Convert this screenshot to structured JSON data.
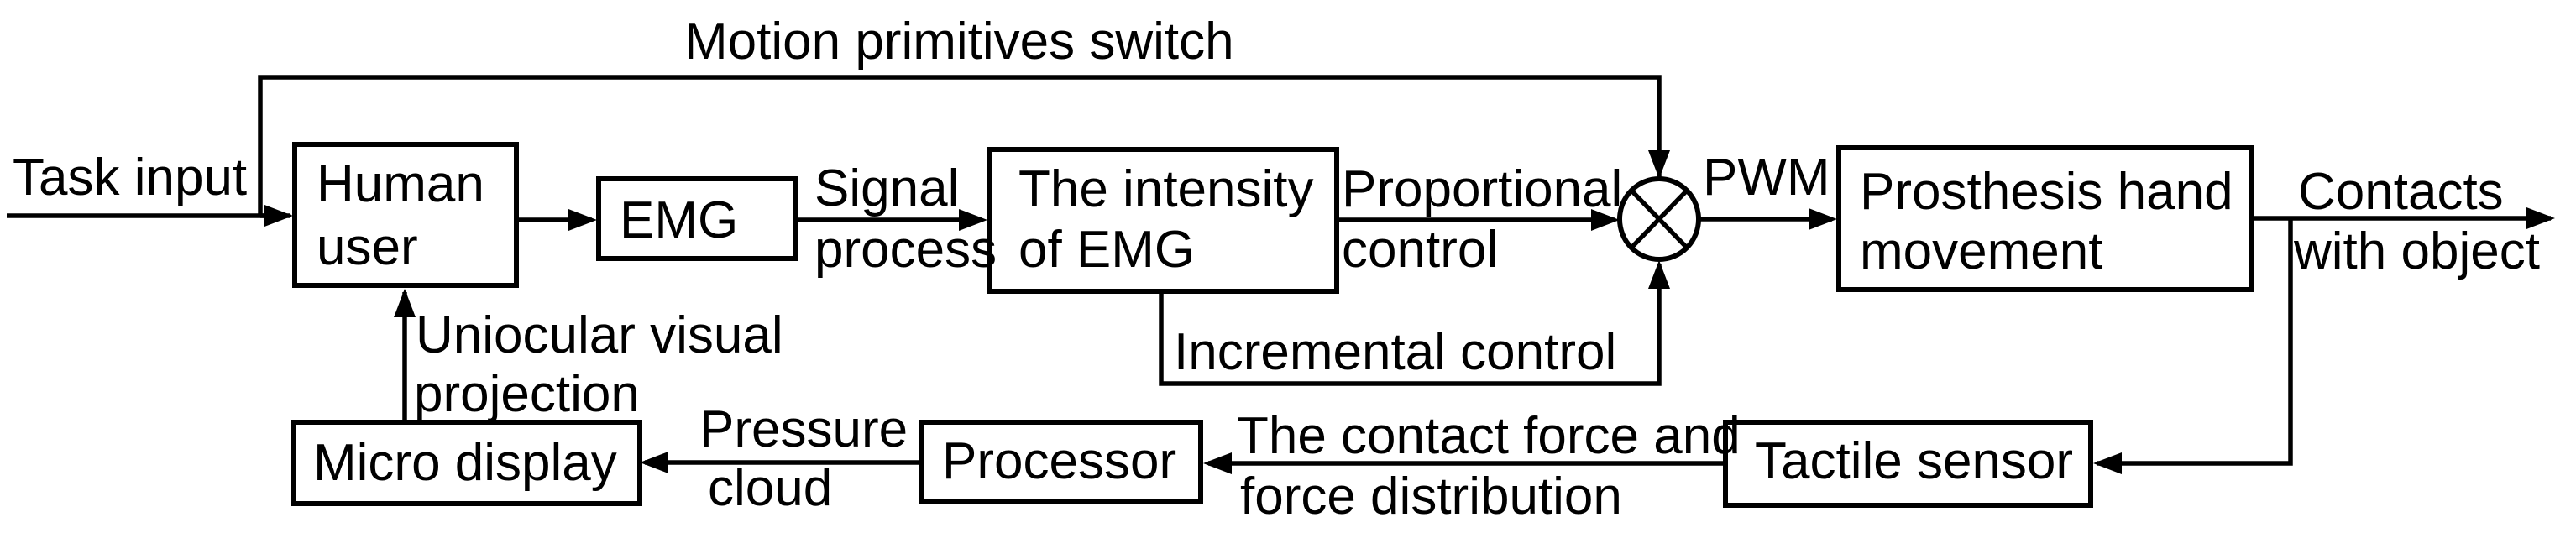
{
  "figure": {
    "title": "Prosthesis hand EMG control loop block diagram",
    "background_color": "#ffffff",
    "line_color": "#000000"
  },
  "nodes": {
    "human_user": {
      "lines": [
        "Human",
        "user"
      ]
    },
    "emg": {
      "lines": [
        "EMG"
      ]
    },
    "emg_intensity": {
      "lines": [
        "The intensity",
        "of EMG"
      ]
    },
    "prosthesis": {
      "lines": [
        "Prosthesis hand",
        "movement"
      ]
    },
    "micro_display": {
      "lines": [
        "Micro display"
      ]
    },
    "processor": {
      "lines": [
        "Processor"
      ]
    },
    "tactile_sensor": {
      "lines": [
        "Tactile sensor"
      ]
    }
  },
  "edge_labels": {
    "task_input": {
      "lines": [
        "Task input"
      ]
    },
    "motion_primitives_switch": {
      "lines": [
        "Motion primitives switch"
      ]
    },
    "signal_process": {
      "lines": [
        "Signal",
        "process"
      ]
    },
    "proportional_control": {
      "lines": [
        "Proportional",
        "control"
      ]
    },
    "incremental_control": {
      "lines": [
        "Incremental control"
      ]
    },
    "pwm": {
      "lines": [
        "PWM"
      ]
    },
    "contacts_with_object": {
      "lines": [
        "Contacts",
        "with object"
      ]
    },
    "uniocular_projection": {
      "lines": [
        "Uniocular visual",
        "projection"
      ]
    },
    "pressure_cloud": {
      "lines": [
        "Pressure",
        "cloud"
      ]
    },
    "contact_force": {
      "lines": [
        "The contact force and",
        "force distribution"
      ]
    }
  },
  "junction": {
    "type": "multiply-junction",
    "symbol": "circle-with-x"
  }
}
